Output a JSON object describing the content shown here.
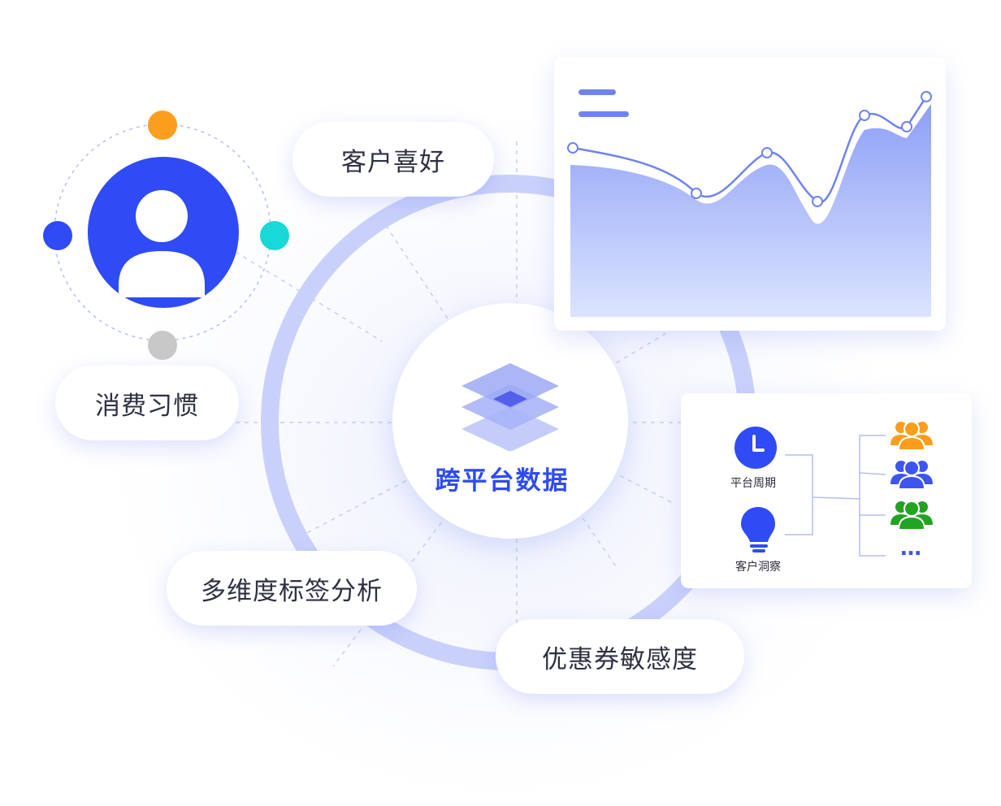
{
  "center": {
    "title": "跨平台数据",
    "icon": "layers-icon"
  },
  "tags": {
    "preference": "客户喜好",
    "habit": "消费习惯",
    "multi_tag": "多维度标签分析",
    "coupon": "优惠券敏感度"
  },
  "user_profile": {
    "icon": "user-avatar-icon",
    "satellites": [
      {
        "name": "orange",
        "color": "#fb9e1e"
      },
      {
        "name": "blue",
        "color": "#2f4bf5"
      },
      {
        "name": "cyan",
        "color": "#18d8d8"
      },
      {
        "name": "gray",
        "color": "#c8c8c8"
      }
    ]
  },
  "insight_panel": {
    "platform_cycle_label": "平台周期",
    "customer_insight_label": "客户洞察",
    "ellipsis": "…",
    "groups": [
      {
        "icon": "group-orange-icon",
        "color": "#fb9e1e"
      },
      {
        "icon": "group-blue-icon",
        "color": "#3d55ef"
      },
      {
        "icon": "group-green-icon",
        "color": "#22a322"
      }
    ]
  },
  "colors": {
    "accent": "#2f4bf5",
    "ring": "#c9d1fb",
    "chart_line": "#6f83f0",
    "chart_fill_top": "#8d9ff6",
    "chart_fill_bottom": "#dbe4ff"
  }
}
